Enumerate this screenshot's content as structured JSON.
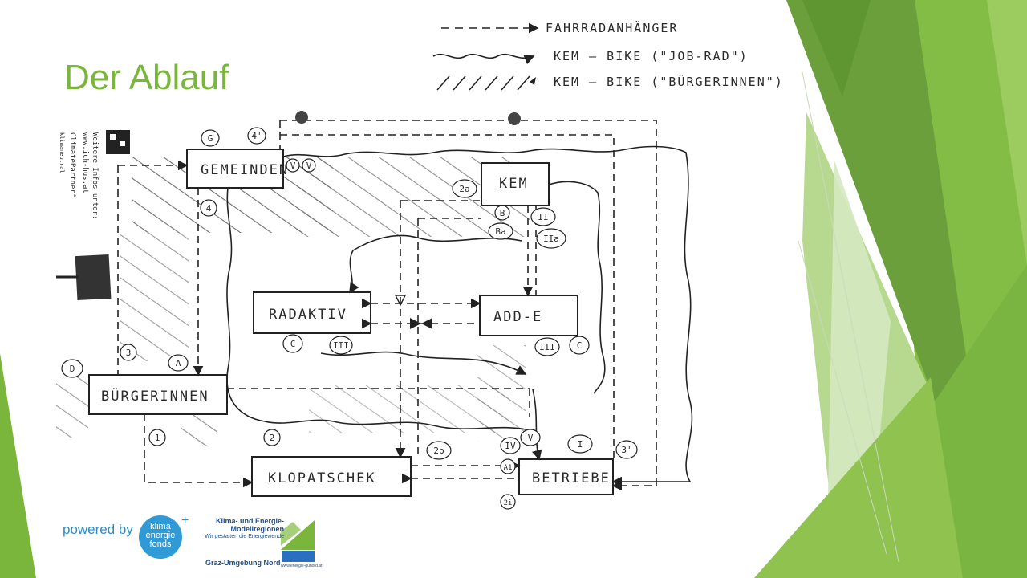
{
  "slide": {
    "title": "Der Ablauf"
  },
  "legend": [
    {
      "label": "FAHRRADANHÄNGER",
      "style": "dashed"
    },
    {
      "label": "KEM – BIKE (\"JOB-RAD\")",
      "style": "wavy"
    },
    {
      "label": "KEM – BIKE (\"BÜRGERINNEN\")",
      "style": "hatched"
    }
  ],
  "boxes": {
    "gemeinden": "GEMEINDEN",
    "kem": "KEM",
    "radaktiv": "RADAKTIV",
    "adde": "ADD-E",
    "buergerinnen": "BÜRGERINNEN",
    "klopatschek": "KLOPATSCHEK",
    "betriebe": "BETRIEBE"
  },
  "markers": {
    "G": "G",
    "4i": "4'",
    "V1": "V",
    "V2": "V",
    "2a": "2a",
    "four": "4",
    "B": "B",
    "Ba": "Ba",
    "II": "II",
    "IIa": "IIa",
    "C_left": "C",
    "III_left": "III",
    "III_right": "III",
    "C_right": "C",
    "D": "D",
    "three": "3",
    "A": "A",
    "one": "1",
    "two": "2",
    "2b": "2b",
    "IV": "IV",
    "Vb": "V",
    "I": "I",
    "3i": "3'",
    "A1": "A1",
    "A2": "2i"
  },
  "side_card": {
    "line1": "Weitere Infos unter:",
    "line2": "www.ich-hus.at",
    "line3": "ClimatePartner°",
    "line4": "klimaneutral"
  },
  "logos": {
    "powered_by": "powered by",
    "klima_fonds": [
      "klima",
      "energie",
      "fonds"
    ],
    "kem_line1": "Klima- und Energie-",
    "kem_line2": "Modellregionen",
    "kem_line3": "Wir gestalten die Energiewende",
    "kem_region": "Graz-Umgebung Nord",
    "kem_url": "www.energie-gunord.at"
  },
  "colors": {
    "title": "#7ab63c",
    "green_dark": "#5f9632",
    "green_mid": "#79b540",
    "green_light": "#a6cf7a",
    "green_pale": "#d5e8c0"
  }
}
